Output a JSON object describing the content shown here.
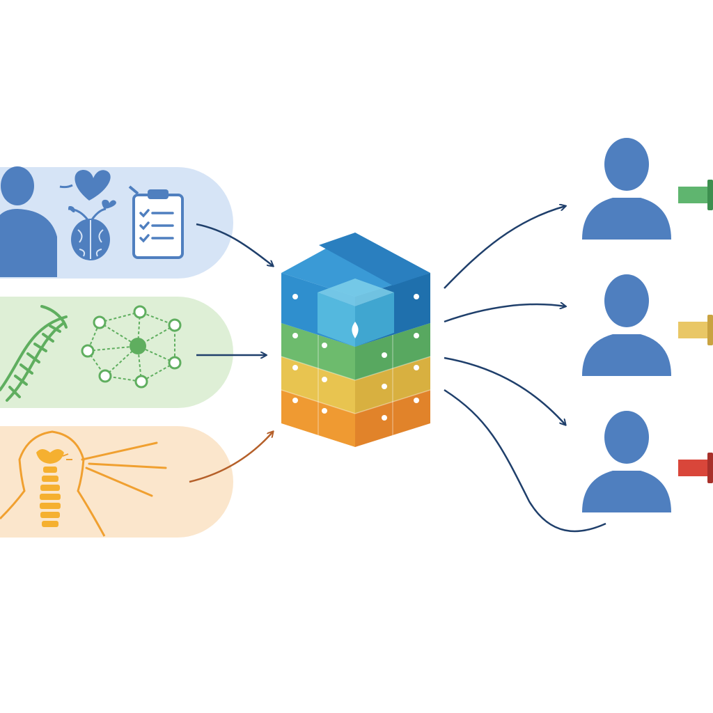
{
  "diagram": {
    "inputs": [
      {
        "id": "clinical",
        "icons": [
          "patient-silhouette-icon",
          "heart-brain-icon",
          "clipboard-checklist-icon"
        ],
        "color": "#4f7fbf",
        "panel_color": "#d6e4f6"
      },
      {
        "id": "molecular",
        "icons": [
          "dna-helix-icon",
          "molecular-network-icon"
        ],
        "color": "#5fae5f",
        "panel_color": "#deefd6"
      },
      {
        "id": "imaging",
        "icons": [
          "spine-scan-icon"
        ],
        "color": "#f0a030",
        "panel_color": "#fbe6cc"
      }
    ],
    "model": {
      "icon": "layered-cube-model-icon",
      "layer_colors": [
        "#2f8fce",
        "#6dbb6d",
        "#e6c24e",
        "#ef9a32"
      ]
    },
    "outputs": [
      {
        "id": "patient-1",
        "icon": "person-icon",
        "indicator_color": "#5fb56f"
      },
      {
        "id": "patient-2",
        "icon": "person-icon",
        "indicator_color": "#e9c766"
      },
      {
        "id": "patient-3",
        "icon": "person-icon",
        "indicator_color": "#d9463a"
      }
    ],
    "arrow_color_dark": "#1f3f6b",
    "arrow_color_warm": "#b5602a"
  }
}
